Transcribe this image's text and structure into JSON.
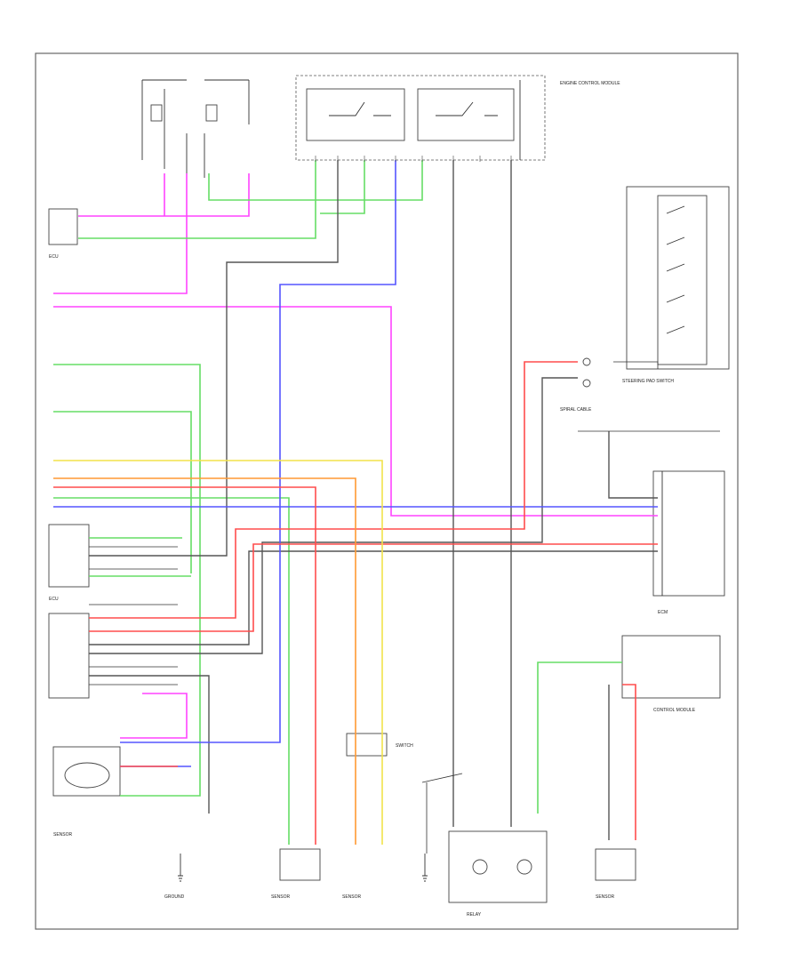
{
  "diagram": {
    "colors": {
      "magenta": "#ff44ff",
      "green": "#66dd66",
      "blue": "#5555ff",
      "red": "#ff4d4d",
      "orange": "#ff9933",
      "yellow": "#f2e24a",
      "gray": "#888888",
      "dark": "#333333"
    },
    "footer_code": "",
    "components": {
      "ecm_top_right": "ENGINE CONTROL MODULE",
      "left_upper_module": "ECU",
      "steering_switch_block": "STEERING PAD SWITCH",
      "spiral_cable": "SPIRAL CABLE",
      "right_mid_connector": "ECM",
      "center_module": "ECU",
      "lower_left_sensor": "SENSOR",
      "right_lower_module": "CONTROL MODULE",
      "bottom_sensor_1": "SENSOR",
      "bottom_sensor_2": "SENSOR",
      "bottom_center_switch": "SWITCH",
      "bottom_relay": "RELAY",
      "bottom_right_sensor": "SENSOR",
      "ground": "GROUND"
    }
  }
}
